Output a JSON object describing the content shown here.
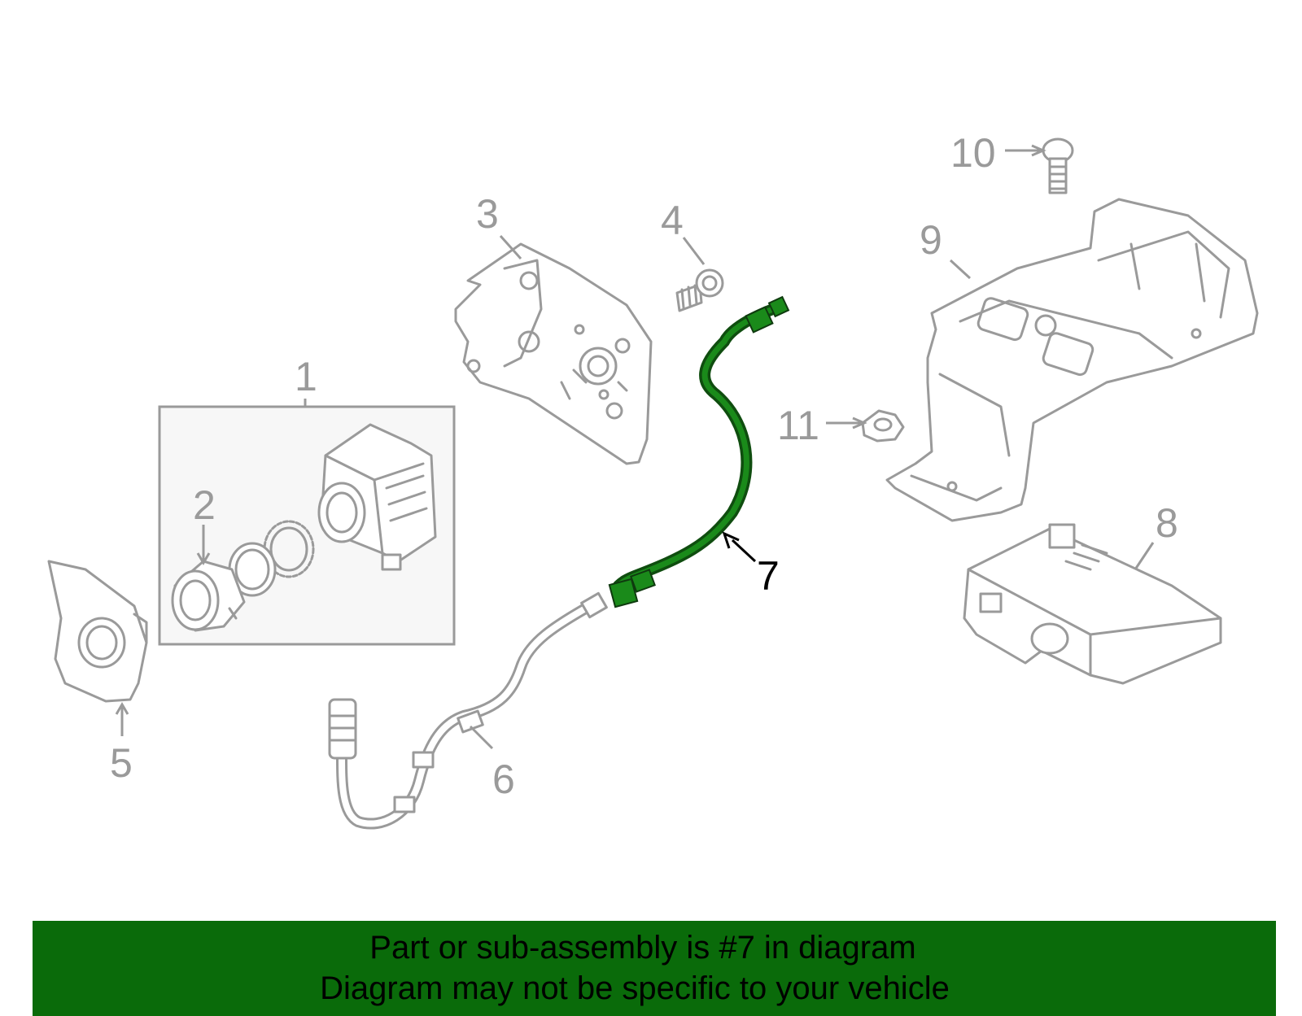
{
  "diagram": {
    "callouts": [
      "1",
      "2",
      "3",
      "4",
      "5",
      "6",
      "7",
      "8",
      "9",
      "10",
      "11"
    ],
    "highlighted_part": "7",
    "colors": {
      "highlight": "#0a6b0a",
      "line": "#9a9a9a",
      "banner": "#0a6b0a"
    }
  },
  "banner": {
    "line1": "Part or sub-assembly is #7 in diagram",
    "line2": "Diagram may not be specific to your vehicle"
  }
}
